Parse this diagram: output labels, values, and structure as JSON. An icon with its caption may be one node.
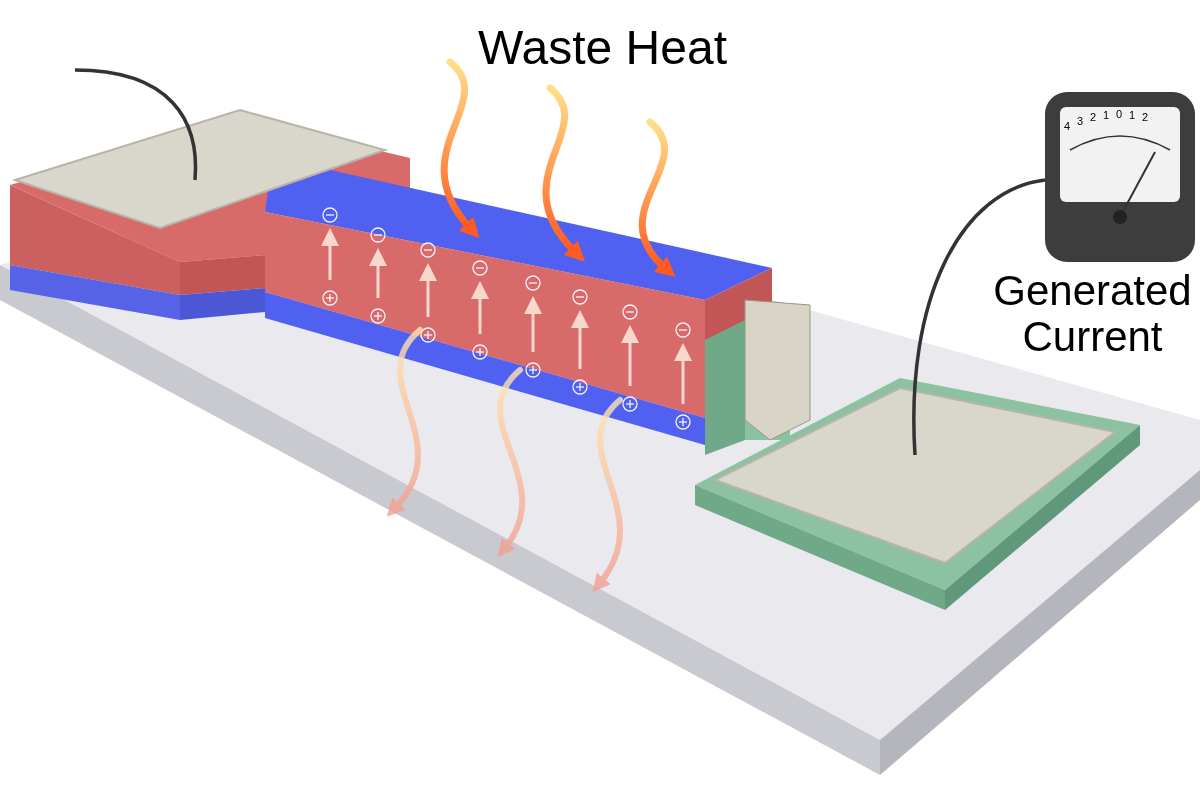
{
  "diagram": {
    "nodes": [
      {
        "text": [],
        "shape": "box"
      },
      {
        "text": [],
        "shape": "box"
      },
      {
        "text": [],
        "shape": "picture"
      }
    ],
    "edges": [
      {
        "from": 0,
        "to": null,
        "arrow": "none"
      },
      {
        "from": 1,
        "to": 2,
        "arrow": "none"
      }
    ],
    "labels": [
      "Waste Heat",
      "4",
      "3",
      "2",
      "1",
      "0",
      "1",
      "2",
      "Generated Current"
    ]
  }
}
